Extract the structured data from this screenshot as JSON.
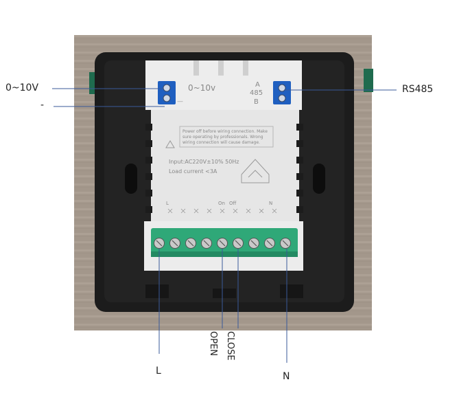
{
  "labels": {
    "left_top": "0~10V",
    "left_mid": "-",
    "right": "RS485",
    "bottom_l": "L",
    "bottom_open": "OPEN",
    "bottom_close": "CLOSE",
    "bottom_n": "N"
  },
  "device": {
    "top_block_text": "0~10v",
    "top_a": "A",
    "top_485": "485",
    "top_b": "B",
    "minus": "—",
    "warning_line1": "Power off before wiring connection. Make",
    "warning_line2": "sure operating by professionals. Wrong",
    "warning_line3": "wiring connection will cause damage.",
    "input": "Input:AC220V±10% 50Hz",
    "load": "Load current <3A",
    "term_l": "L",
    "term_on": "On",
    "term_off": "Off",
    "term_n": "N"
  },
  "colors": {
    "wood": "#a89c90",
    "housing": "#1c1c1c",
    "panel": "#e6e6e6",
    "terminal": "#2fa878",
    "blue_terminal": "#1f5fc0",
    "leader": "#3a5a9a"
  }
}
